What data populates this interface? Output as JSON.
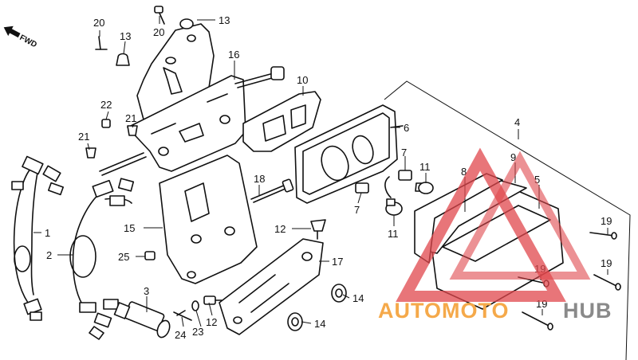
{
  "direction_label": "FWD",
  "callouts": {
    "c1": "1",
    "c2": "2",
    "c3": "3",
    "c4": "4",
    "c5": "5",
    "c6": "6",
    "c7a": "7",
    "c7b": "7",
    "c8": "8",
    "c9": "9",
    "c10": "10",
    "c11a": "11",
    "c11b": "11",
    "c12a": "12",
    "c12b": "12",
    "c13a": "13",
    "c13b": "13",
    "c14a": "14",
    "c14b": "14",
    "c15": "15",
    "c16": "16",
    "c17": "17",
    "c18": "18",
    "c19a": "19",
    "c19b": "19",
    "c19c": "19",
    "c19d": "19",
    "c20a": "20",
    "c20b": "20",
    "c21a": "21",
    "c21b": "21",
    "c22": "22",
    "c23": "23",
    "c24": "24",
    "c25": "25"
  },
  "watermark": {
    "part1": "AUTOMOTO",
    "part2": "HUB",
    "color_orange": "#f5a94a",
    "color_gray": "#8a8a8a",
    "color_red": "#e0474c"
  }
}
